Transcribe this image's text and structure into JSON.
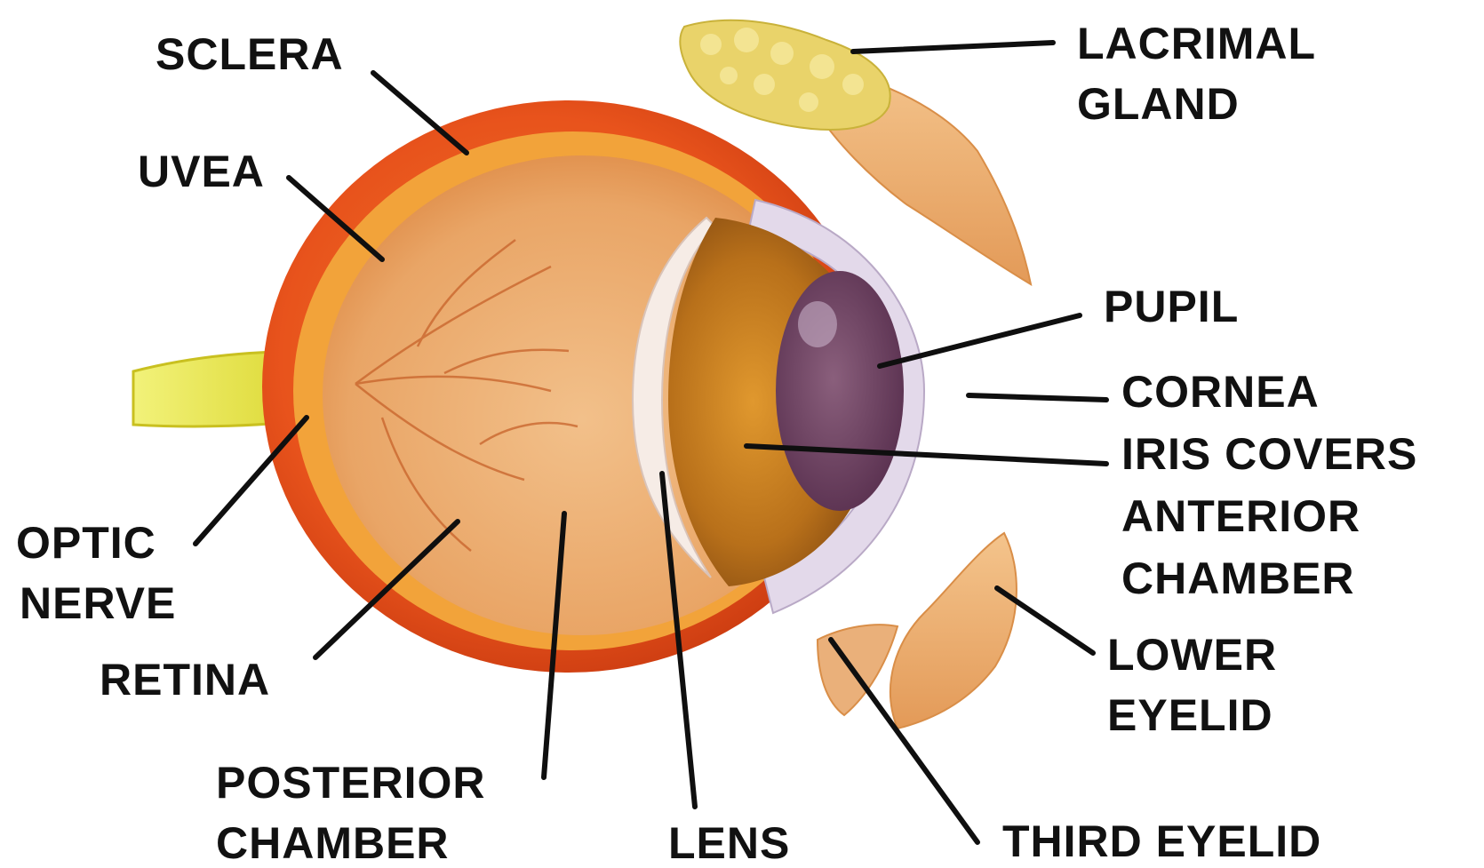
{
  "labels": {
    "sclera": "SCLERA",
    "uvea": "UVEA",
    "lacrimal_gland": [
      "LACRIMAL",
      "GLAND"
    ],
    "pupil": "PUPIL",
    "cornea": "CORNEA",
    "iris": [
      "IRIS COVERS",
      "ANTERIOR",
      "CHAMBER"
    ],
    "optic_nerve": [
      "OPTIC",
      "NERVE"
    ],
    "retina": "RETINA",
    "lower_eyelid": [
      "LOWER",
      "EYELID"
    ],
    "posterior_chamber": [
      "POSTERIOR",
      "CHAMBER"
    ],
    "lens": "LENS",
    "third_eyelid": "THIRD EYELID"
  },
  "colors": {
    "sclera": "#e8531c",
    "uvea": "#f2a33a",
    "retina": "#eab07a",
    "iris": "#b8701a",
    "pupil": "#6a3f5c",
    "cornea": "#d9cfe0",
    "optic_nerve": "#e3e33a",
    "eyelid_tissue": "#eab07a",
    "lacrimal_gland": "#e9d36a",
    "leader_line": "#0f0f0f",
    "label_text": "#111111"
  }
}
